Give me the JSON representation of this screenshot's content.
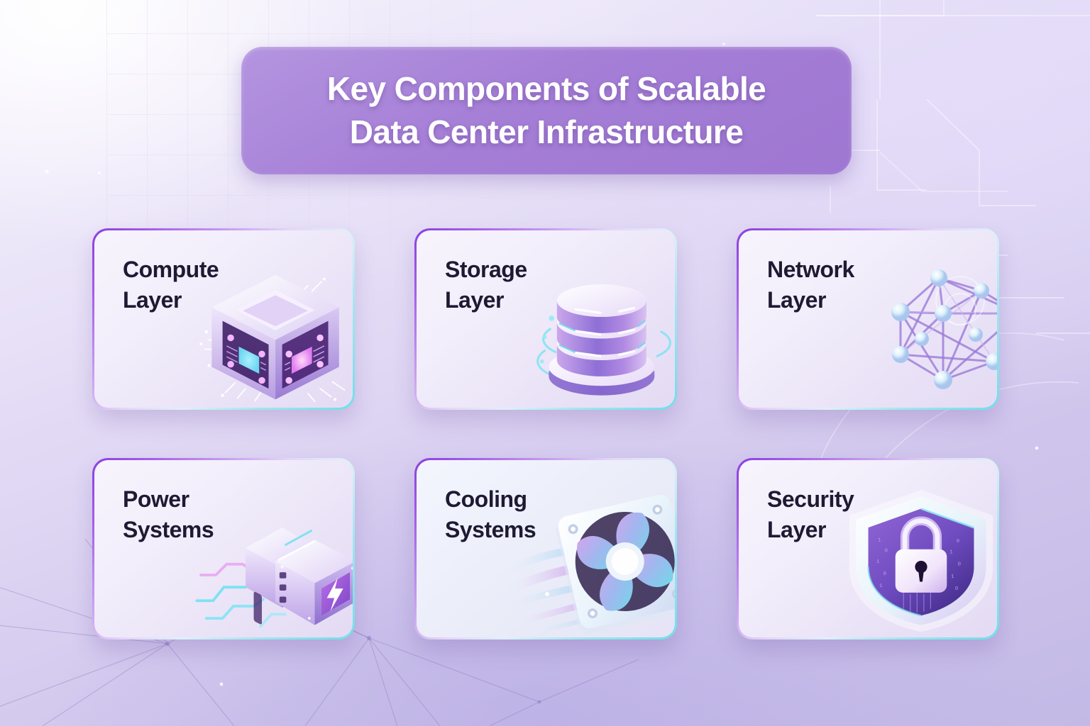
{
  "title": {
    "line1": "Key Components of Scalable",
    "line2": "Data Center Infrastructure"
  },
  "colors": {
    "banner_purple": "#a57ed6",
    "card_border_start": "#8b3ee0",
    "card_border_end": "#6fdfe8",
    "title_text": "#ffffff",
    "card_text": "#1f1a33",
    "background_top": "#f6f3fc",
    "background_bottom": "#c3b9e6"
  },
  "cards": [
    {
      "label": "Compute\nLayer",
      "icon": "compute-cube-icon"
    },
    {
      "label": "Storage\nLayer",
      "icon": "storage-disks-icon"
    },
    {
      "label": "Network\nLayer",
      "icon": "network-mesh-icon"
    },
    {
      "label": "Power\nSystems",
      "icon": "power-unit-icon"
    },
    {
      "label": "Cooling\nSystems",
      "icon": "cooling-fan-icon"
    },
    {
      "label": "Security\nLayer",
      "icon": "security-shield-lock-icon"
    }
  ]
}
